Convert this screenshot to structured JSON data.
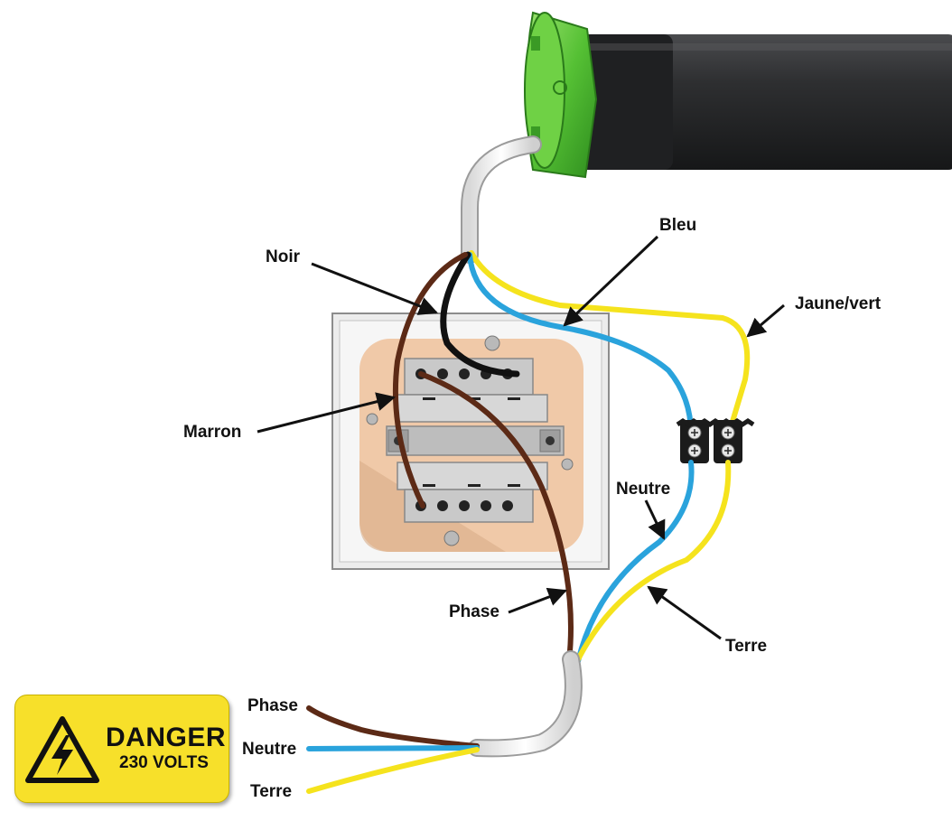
{
  "labels": {
    "noir": "Noir",
    "bleu": "Bleu",
    "jaune_vert": "Jaune/vert",
    "marron": "Marron",
    "neutre_upper": "Neutre",
    "phase_middle": "Phase",
    "terre_right": "Terre",
    "phase_supply": "Phase",
    "neutre_supply": "Neutre",
    "terre_supply": "Terre"
  },
  "danger": {
    "title": "DANGER",
    "subtitle": "230 VOLTS",
    "icon": "high-voltage-warning-icon"
  },
  "colors": {
    "brown_wire": "#5c2a16",
    "blue_wire": "#2aa3dc",
    "yellow_wire": "#f5e31d",
    "black_wire": "#111111",
    "motor_tube": "#2b2c2e",
    "motor_head": "#5ec63a",
    "switch_plate": "#f0c9a8",
    "danger_bg": "#f7e02a"
  }
}
